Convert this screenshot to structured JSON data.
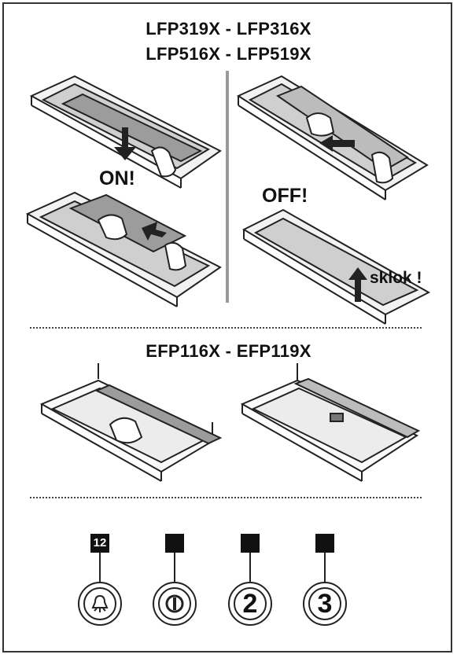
{
  "header": {
    "line1": "LFP319X - LFP316X",
    "line2": "LFP516X - LFP519X"
  },
  "labels": {
    "on": "ON!",
    "off": "OFF!",
    "glass": "sklok !"
  },
  "section2": {
    "title": "EFP116X - EFP119X"
  },
  "controls": [
    {
      "code": "12",
      "icon": "light-icon"
    },
    {
      "code": "",
      "icon": "power-icon"
    },
    {
      "code": "",
      "icon": "speed-2-icon",
      "text": "2"
    },
    {
      "code": "",
      "icon": "speed-3-icon",
      "text": "3"
    }
  ]
}
